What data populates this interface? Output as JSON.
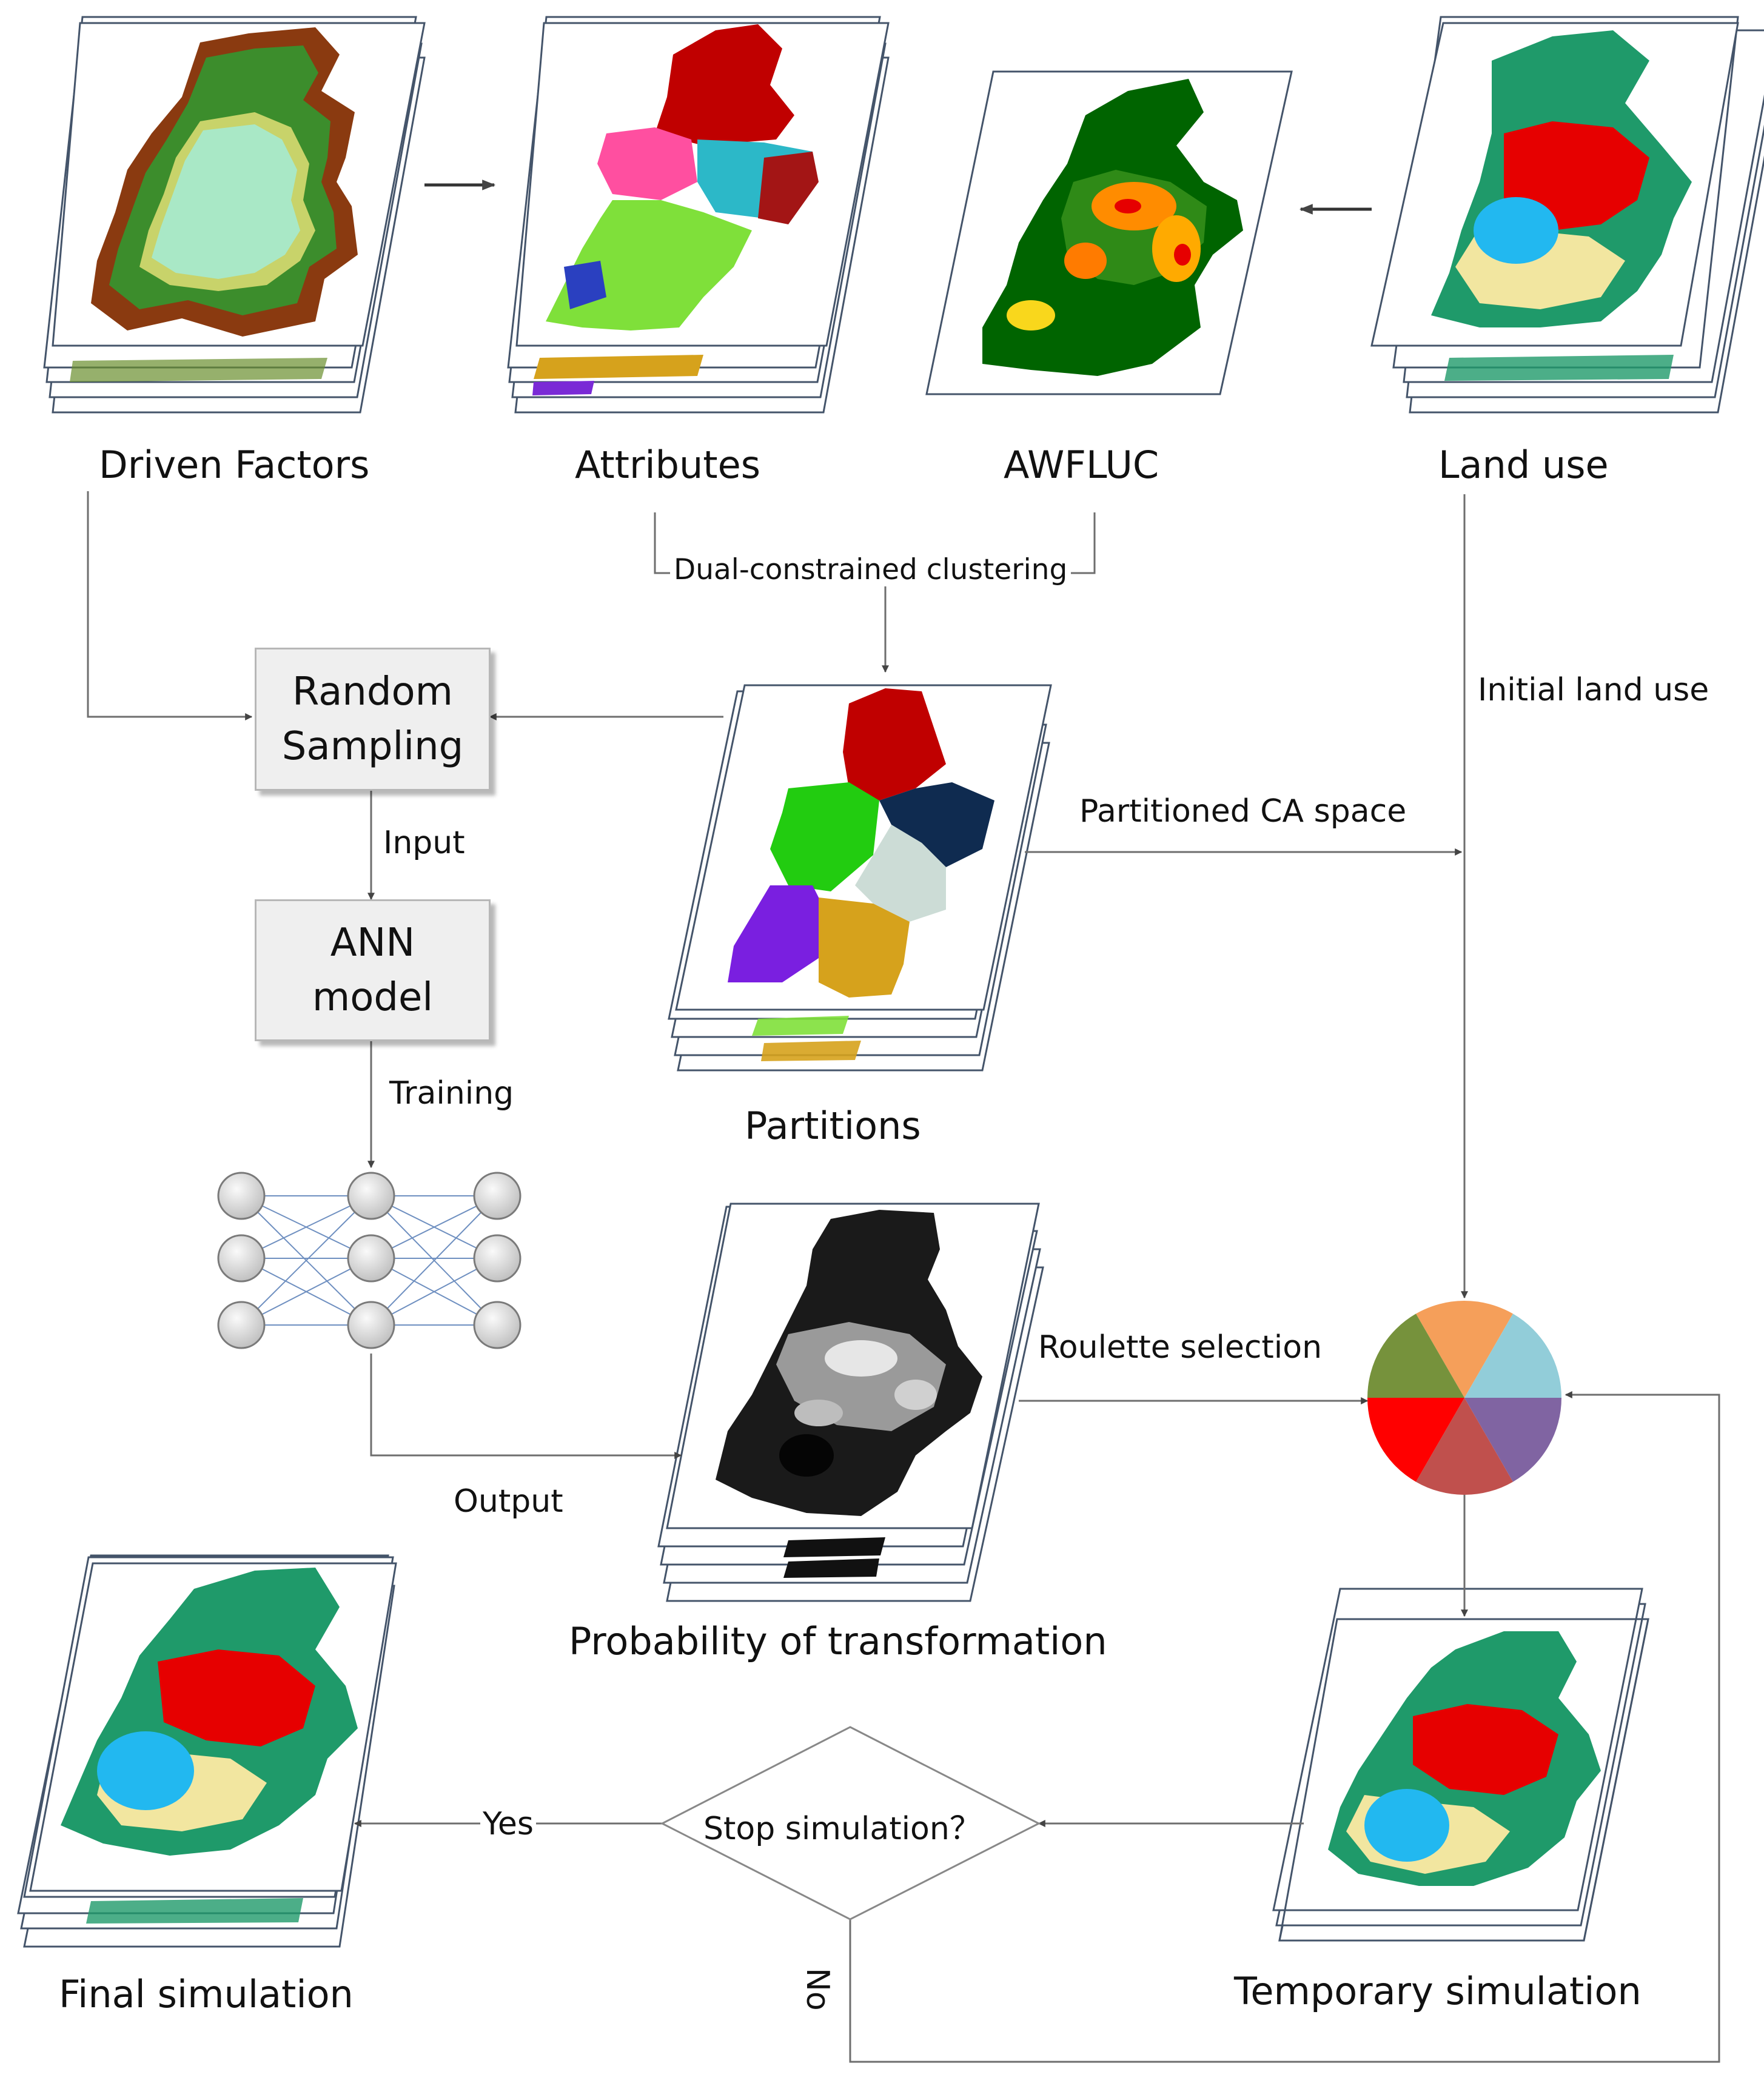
{
  "stages": {
    "driven_factors": "Driven Factors",
    "attributes": "Attributes",
    "awfluc": "AWFLUC",
    "land_use": "Land use",
    "partitions": "Partitions",
    "probability": "Probability of transformation",
    "final_simulation": "Final simulation",
    "temporary_simulation": "Temporary simulation"
  },
  "boxes": {
    "random_sampling": [
      "Random",
      "Sampling"
    ],
    "ann_model": [
      "ANN",
      "model"
    ]
  },
  "decision": {
    "label": "Stop simulation？"
  },
  "edges": {
    "clustering": "Dual-constrained clustering",
    "initial_land_use": "Initial land use",
    "partitioned_space": "Partitioned CA space",
    "input": "Input",
    "training": "Training",
    "output": "Output",
    "roulette": "Roulette selection",
    "yes": "Yes",
    "no": "No"
  },
  "colors": {
    "line": "#6e6e6e",
    "box_fill": "#efefef",
    "neuron_fill": "#d9d9d9",
    "water": "#22b8f0",
    "urban": "#e60000",
    "forest": "#1f9a6a",
    "cropland": "#f2e6a0",
    "roulette": [
      "#f59f5a",
      "#92cdd9",
      "#8064a2",
      "#c0504d",
      "#ff0000",
      "#76923c"
    ]
  }
}
